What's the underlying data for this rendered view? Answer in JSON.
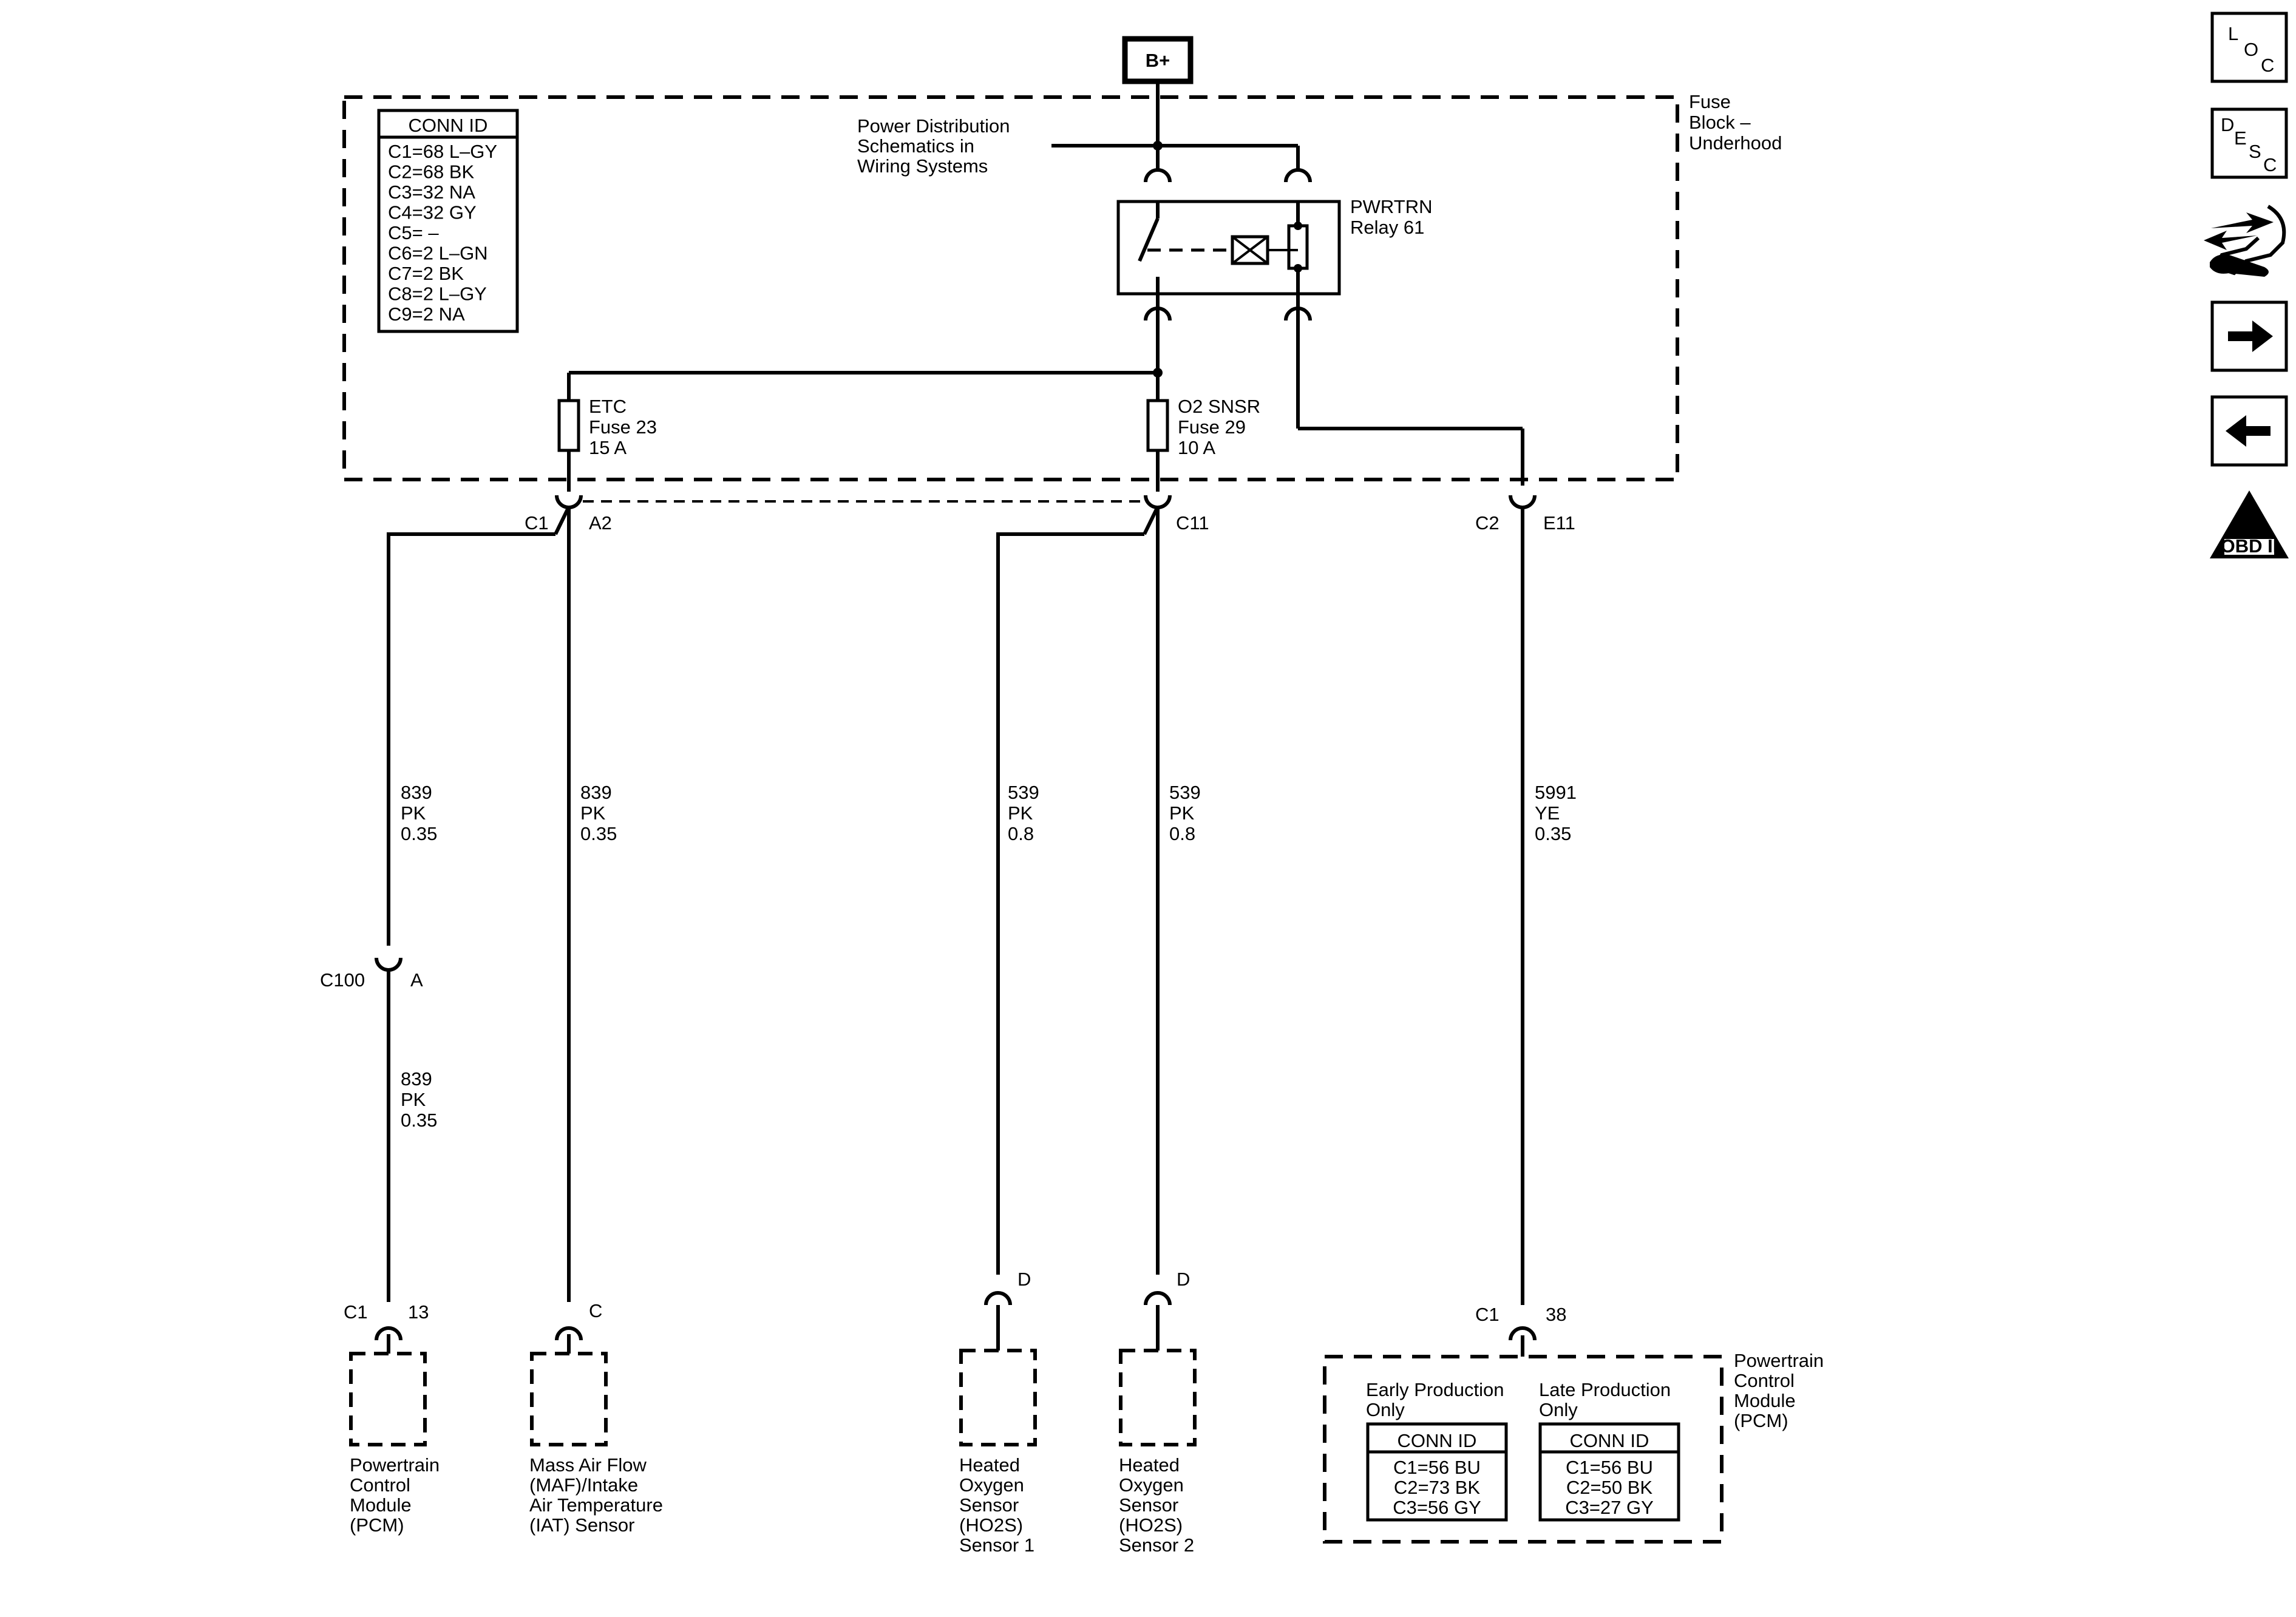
{
  "battery": "B+",
  "fuse_block": {
    "label": [
      "Fuse",
      "Block –",
      "Underhood"
    ]
  },
  "conn_table_main": {
    "header": "CONN ID",
    "rows": [
      "C1=68 L–GY",
      "C2=68 BK",
      "C3=32 NA",
      "C4=32 GY",
      "C5= –",
      "C6=2 L–GN",
      "C7=2 BK",
      "C8=2 L–GY",
      "C9=2 NA"
    ]
  },
  "power_dist_note": [
    "Power Distribution",
    "Schematics in",
    "Wiring Systems"
  ],
  "relay": {
    "label": [
      "PWRTRN",
      "Relay 61"
    ]
  },
  "fuse_etc": [
    "ETC",
    "Fuse 23",
    "15 A"
  ],
  "fuse_o2": [
    "O2 SNSR",
    "Fuse 29",
    "10 A"
  ],
  "connectors": {
    "c1_left": "C1",
    "a2": "A2",
    "c11": "C11",
    "c2": "C2",
    "e11": "E11",
    "c100": "C100",
    "c100_pin": "A",
    "pcm1_conn": "C1",
    "pcm1_pin": "13",
    "maf_pin": "C",
    "ho2s1_pin": "D",
    "ho2s2_pin": "D",
    "pcm2_conn": "C1",
    "pcm2_pin": "38"
  },
  "wires": {
    "w1": [
      "839",
      "PK",
      "0.35"
    ],
    "w1b": [
      "839",
      "PK",
      "0.35"
    ],
    "w2": [
      "839",
      "PK",
      "0.35"
    ],
    "w3": [
      "539",
      "PK",
      "0.8"
    ],
    "w4": [
      "539",
      "PK",
      "0.8"
    ],
    "w5": [
      "5991",
      "YE",
      "0.35"
    ]
  },
  "components": {
    "pcm1": [
      "Powertrain",
      "Control",
      "Module",
      "(PCM)"
    ],
    "maf": [
      "Mass Air Flow",
      "(MAF)/Intake",
      "Air Temperature",
      "(IAT) Sensor"
    ],
    "ho2s1": [
      "Heated",
      "Oxygen",
      "Sensor",
      "(HO2S)",
      "Sensor 1"
    ],
    "ho2s2": [
      "Heated",
      "Oxygen",
      "Sensor",
      "(HO2S)",
      "Sensor 2"
    ],
    "pcm2": [
      "Powertrain",
      "Control",
      "Module",
      "(PCM)"
    ]
  },
  "pcm2_early": {
    "title": [
      "Early Production",
      "Only"
    ],
    "header": "CONN ID",
    "rows": [
      "C1=56 BU",
      "C2=73 BK",
      "C3=56 GY"
    ]
  },
  "pcm2_late": {
    "title": [
      "Late Production",
      "Only"
    ],
    "header": "CONN ID",
    "rows": [
      "C1=56 BU",
      "C2=50 BK",
      "C3=27 GY"
    ]
  },
  "nav": {
    "loc": [
      "L",
      "O",
      "C"
    ],
    "desc": [
      "D",
      "E",
      "S",
      "C"
    ],
    "obd": [
      "II",
      "OBD II"
    ],
    "icons": [
      "location-icon",
      "description-icon",
      "diagnostic-icon",
      "next-arrow-icon",
      "previous-arrow-icon",
      "obd-ii-icon"
    ]
  }
}
